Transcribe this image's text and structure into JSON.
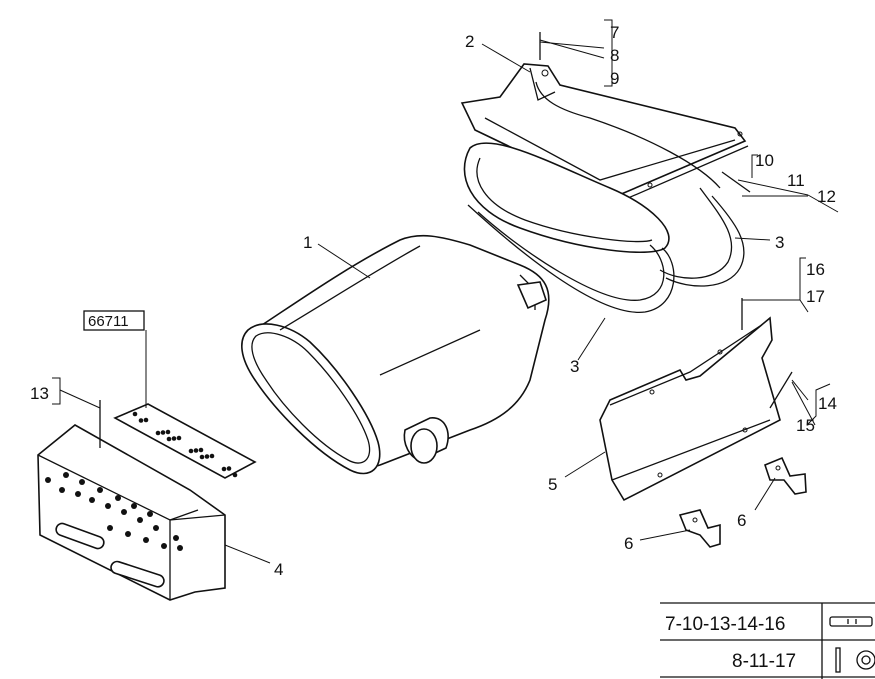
{
  "callouts": {
    "c1": "1",
    "c2": "2",
    "c3a": "3",
    "c3b": "3",
    "c4": "4",
    "c5": "5",
    "c6a": "6",
    "c6b": "6",
    "c7": "7",
    "c8": "8",
    "c9": "9",
    "c10": "10",
    "c11": "11",
    "c12": "12",
    "c13": "13",
    "c14": "14",
    "c15": "15",
    "c16": "16",
    "c17": "17"
  },
  "reference_box": "66711",
  "legend": {
    "rows": [
      {
        "label": "7-10-13-14-16",
        "icon": "screw-icon"
      },
      {
        "label": "8-11-17",
        "icon": "washer-icon"
      }
    ]
  }
}
